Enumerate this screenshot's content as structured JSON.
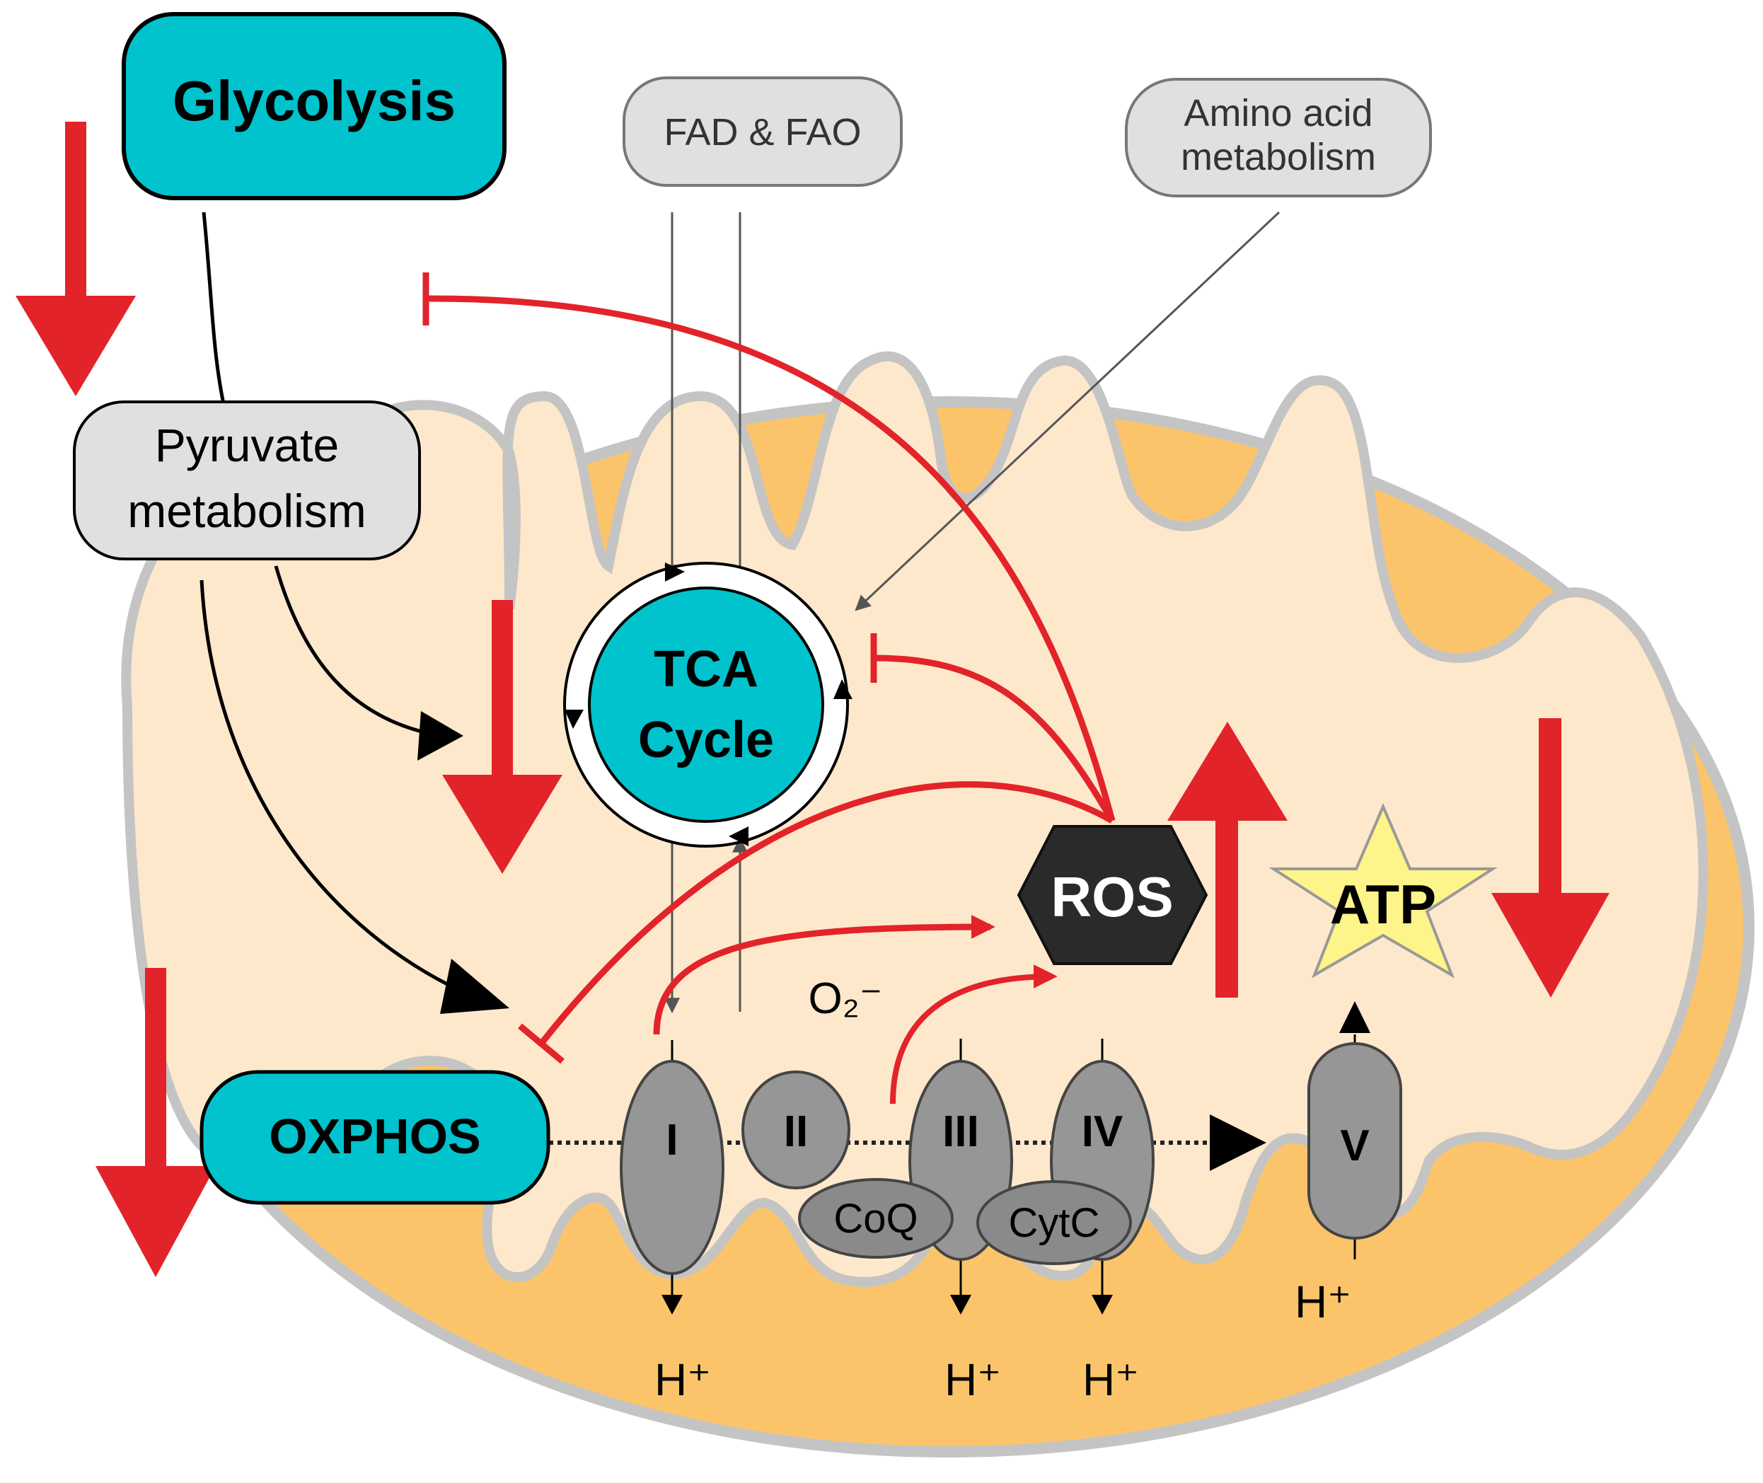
{
  "nodes": {
    "glycolysis": "Glycolysis",
    "fad_fao": "FAD & FAO",
    "amino_line1": "Amino acid",
    "amino_line2": "metabolism",
    "pyruvate_line1": "Pyruvate",
    "pyruvate_line2": "metabolism",
    "tca_line1": "TCA",
    "tca_line2": "Cycle",
    "ros": "ROS",
    "atp": "ATP",
    "oxphos": "OXPHOS",
    "superoxide": "O₂⁻"
  },
  "complexes": {
    "c1": "I",
    "c2": "II",
    "c3": "III",
    "c4": "IV",
    "c5": "V",
    "coq": "CoQ",
    "cytc": "CytC"
  },
  "protons": {
    "h1": "H⁺",
    "h3": "H⁺",
    "h4": "H⁺",
    "h5": "H⁺"
  },
  "colors": {
    "outer_membrane": "#c4c4c4",
    "intermembrane": "#fcc46a",
    "matrix": "#fee8cb",
    "cyan": "#00c3cd",
    "grey_box": "#e0e0e0",
    "complex": "#969696",
    "red": "#e2232a",
    "ros": "#2a2a2a",
    "atp_star": "#fdf48a"
  }
}
